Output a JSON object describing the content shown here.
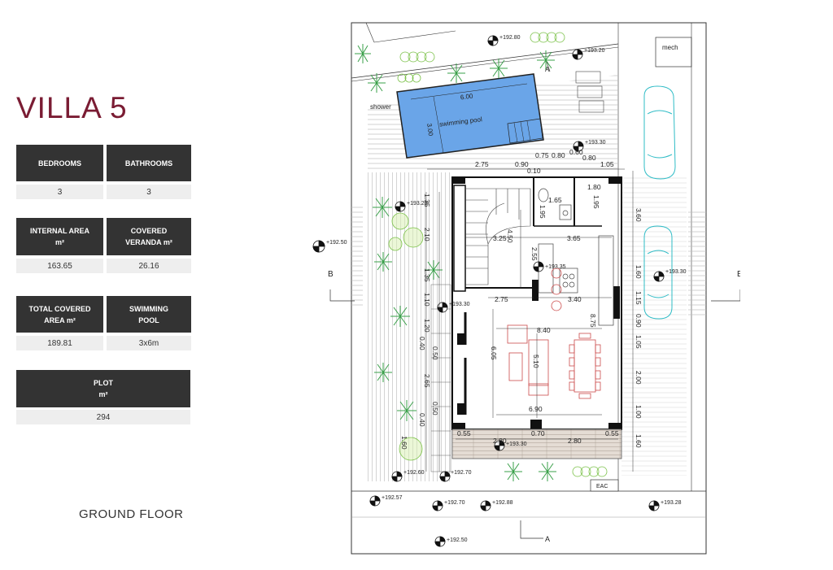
{
  "title": "VILLA 5",
  "specs": {
    "bedrooms_label": "BEDROOMS",
    "bedrooms_value": "3",
    "bathrooms_label": "BATHROOMS",
    "bathrooms_value": "3",
    "internal_area_label": "INTERNAL AREA",
    "internal_area_unit": "m²",
    "internal_area_value": "163.65",
    "covered_veranda_label": "COVERED",
    "covered_veranda_label2": "VERANDA m²",
    "covered_veranda_value": "26.16",
    "total_covered_label": "TOTAL COVERED",
    "total_covered_label2": "AREA m²",
    "total_covered_value": "189.81",
    "pool_label": "SWIMMING",
    "pool_label2": "POOL",
    "pool_value": "3x6m",
    "plot_label": "PLOT",
    "plot_unit": "m²",
    "plot_value": "294"
  },
  "floor_label": "GROUND FLOOR",
  "plan": {
    "rooms": {
      "pool": "swimming pool",
      "shower": "shower",
      "mech": "mech",
      "eac": "EAC"
    },
    "pool_length": "6.00",
    "pool_width": "3.00",
    "section_b": "B",
    "section_a": "A",
    "levels": {
      "l1": "+192.80",
      "l2": "+193.20",
      "l3": "+193.30",
      "l4": "+193.20",
      "l5": "+192.50",
      "l6": "+193.35",
      "l7": "+193.30",
      "l8": "+193.30",
      "l9": "+193.30",
      "l10": "+192.60",
      "l11": "+192.70",
      "l12": "+192.57",
      "l13": "+192.70",
      "l14": "+192.88",
      "l15": "+193.28",
      "l16": "+192.50"
    },
    "dims": {
      "d1": "2.75",
      "d2": "0.90",
      "d3": "0.10",
      "d4": "0.75",
      "d5": "0.80",
      "d6": "0.60",
      "d7": "0.80",
      "d8": "1.05",
      "d9": "1.80",
      "d10": "1.65",
      "d11": "1.95",
      "d12": "1.95",
      "d13": "3.25",
      "d14": "4.50",
      "d15": "3.65",
      "d16": "2.55",
      "d17": "2.75",
      "d18": "3.40",
      "d19": "8.40",
      "d20": "8.75",
      "d21": "6.05",
      "d22": "5.10",
      "d23": "6.90",
      "d24": "0.55",
      "d25": "0.70",
      "d26": "0.55",
      "d27": "2.80",
      "d28": "2.80",
      "d29": "1.35",
      "d30": "2.10",
      "d31": "1.35",
      "d32": "1.10",
      "d33": "1.20",
      "d34": "0.40",
      "d35": "0.50",
      "d36": "2.65",
      "d37": "0.50",
      "d38": "0.40",
      "d39": "1.60",
      "d40": "3.60",
      "d41": "1.60",
      "d42": "1.15",
      "d43": "0.90",
      "d44": "1.05",
      "d45": "2.00",
      "d46": "1.00",
      "d47": "1.60"
    }
  }
}
